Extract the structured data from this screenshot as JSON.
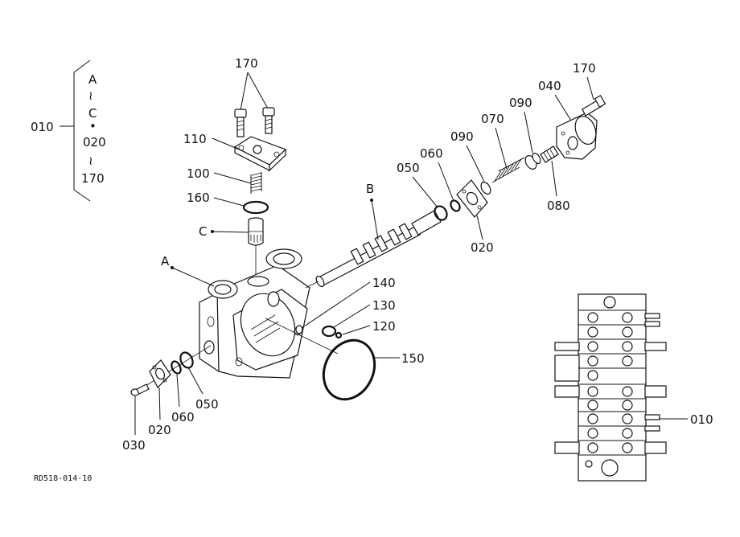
{
  "labels": {
    "bracket_top_A": "A",
    "bracket_tilde1": "≀",
    "bracket_C": "C",
    "bracket_dot": "•",
    "bracket_020": "020",
    "bracket_tilde2": "≀",
    "bracket_170": "170",
    "assy_010_left": "010",
    "p170_top": "170",
    "p110": "110",
    "p100": "100",
    "p160": "160",
    "pC": "C",
    "pA": "A",
    "pB": "B",
    "p050_top": "050",
    "p060_top": "060",
    "p090_left": "090",
    "p070": "070",
    "p090_right": "090",
    "p040": "040",
    "p170_right": "170",
    "p080": "080",
    "p020_right": "020",
    "p140": "140",
    "p130": "130",
    "p120": "120",
    "p150": "150",
    "p050_bottom": "050",
    "p060_bottom": "060",
    "p020_bottom": "020",
    "p030": "030",
    "assy_010_right": "010",
    "drawing_code": "RD518-014-10"
  }
}
